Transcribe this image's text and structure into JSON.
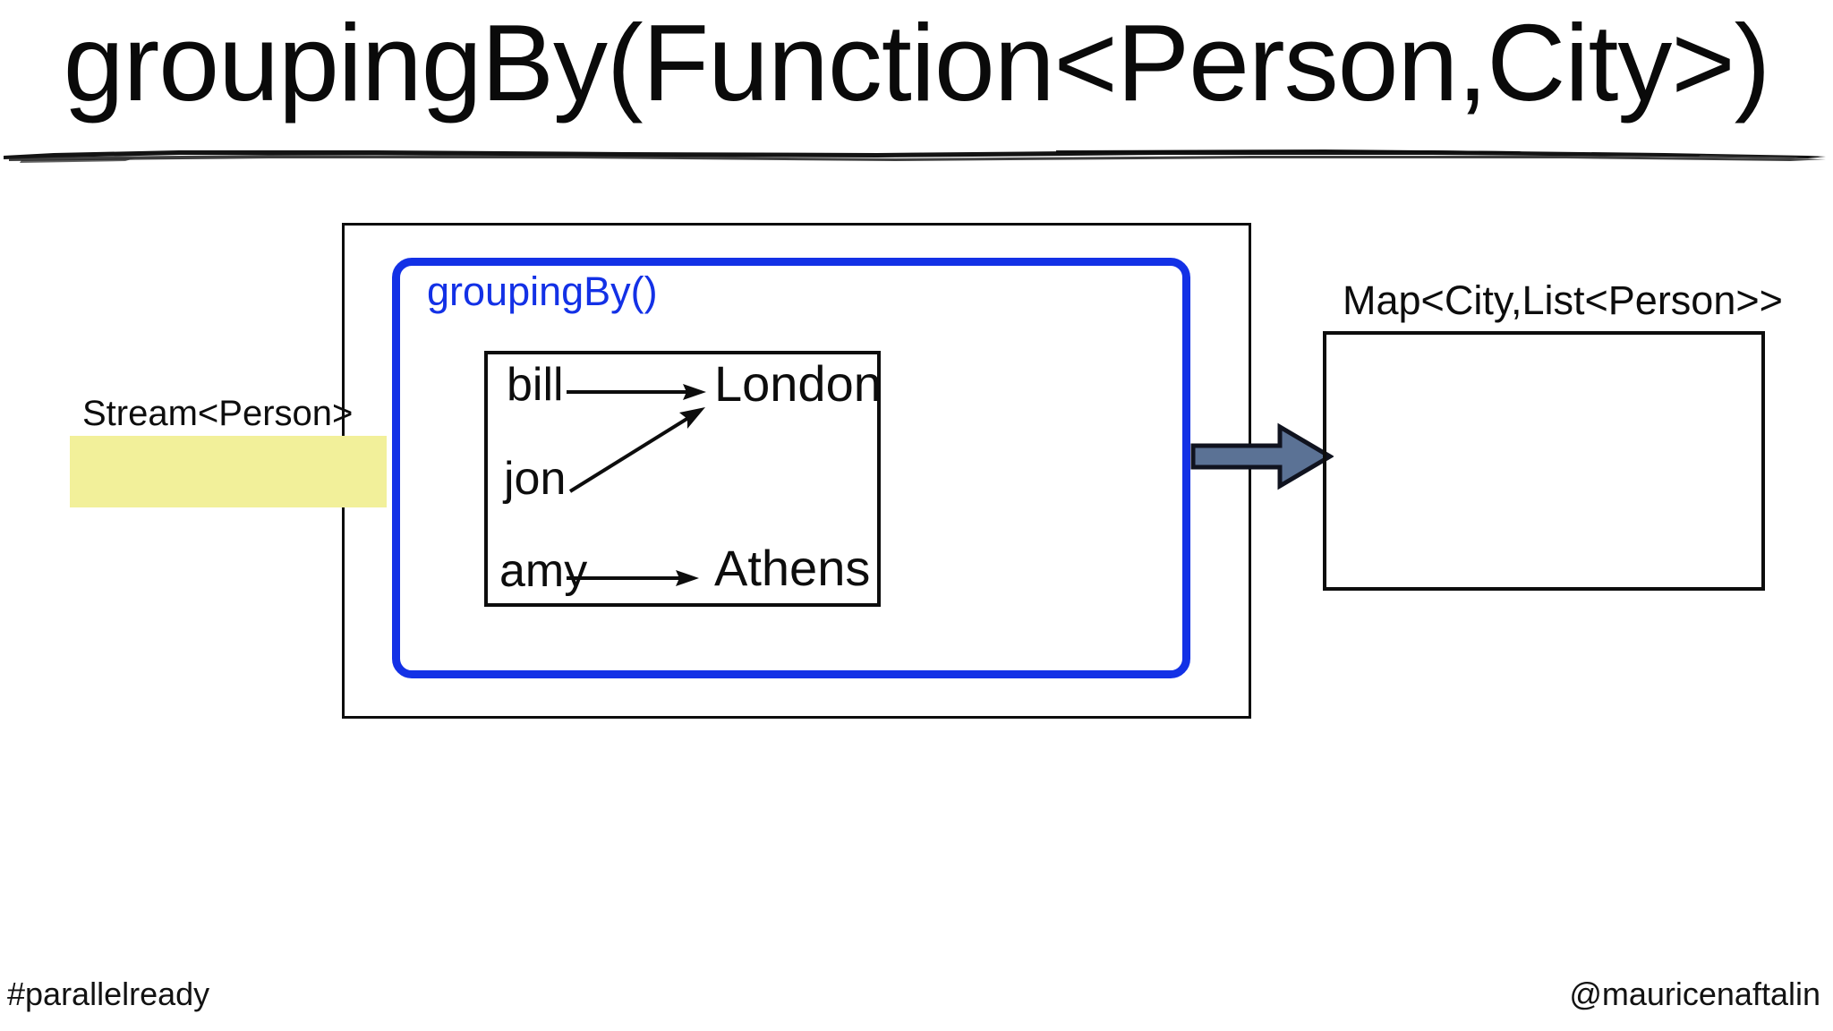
{
  "slide": {
    "title": "groupingBy(Function<Person,City>)",
    "background_color": "#ffffff"
  },
  "colors": {
    "title_text": "#0a0a0a",
    "stage_blue": "#1331e6",
    "stream_yellow": "#f2f09a",
    "arrow_fill": "#5b7295",
    "arrow_stroke": "#10131f",
    "box_stroke": "#0d0d0d"
  },
  "input": {
    "label": "Stream<Person>"
  },
  "stage": {
    "label": "groupingBy()"
  },
  "mapping": {
    "pairs": [
      {
        "name": "bill",
        "city": "London"
      },
      {
        "name": "jon",
        "city": "London"
      },
      {
        "name": "amy",
        "city": "Athens"
      }
    ],
    "names": [
      "bill",
      "jon",
      "amy"
    ],
    "cities": [
      "London",
      "Athens"
    ]
  },
  "output": {
    "label": "Map<City,List<Person>>",
    "contents": ""
  },
  "footer": {
    "hashtag": "#parallelready",
    "handle": "@mauricenaftalin"
  }
}
